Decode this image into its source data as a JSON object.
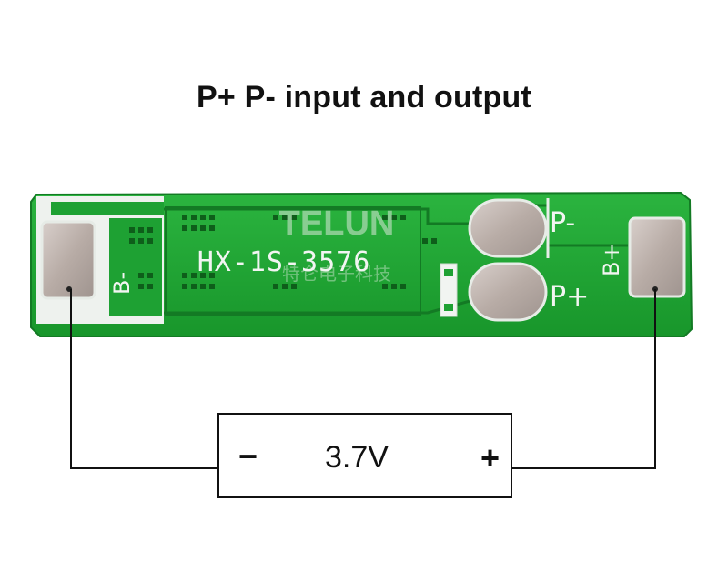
{
  "title": "P+ P- input and output",
  "board": {
    "watermark_brand": "TELUN",
    "watermark_subtitle": "特仑电子科技",
    "model": "HX-1S-3576",
    "label_b_minus": "B-",
    "label_b_plus": "B+",
    "label_p_minus": "P-",
    "label_p_plus": "P+"
  },
  "battery": {
    "voltage": "3.7V",
    "minus": "−",
    "plus": "+"
  },
  "colors": {
    "pcb_green": "#1ea133",
    "pcb_edge": "#137a24",
    "silkscreen": "#f2f5f2",
    "pad_metal": "#b5aaa5",
    "wire": "#111111"
  }
}
